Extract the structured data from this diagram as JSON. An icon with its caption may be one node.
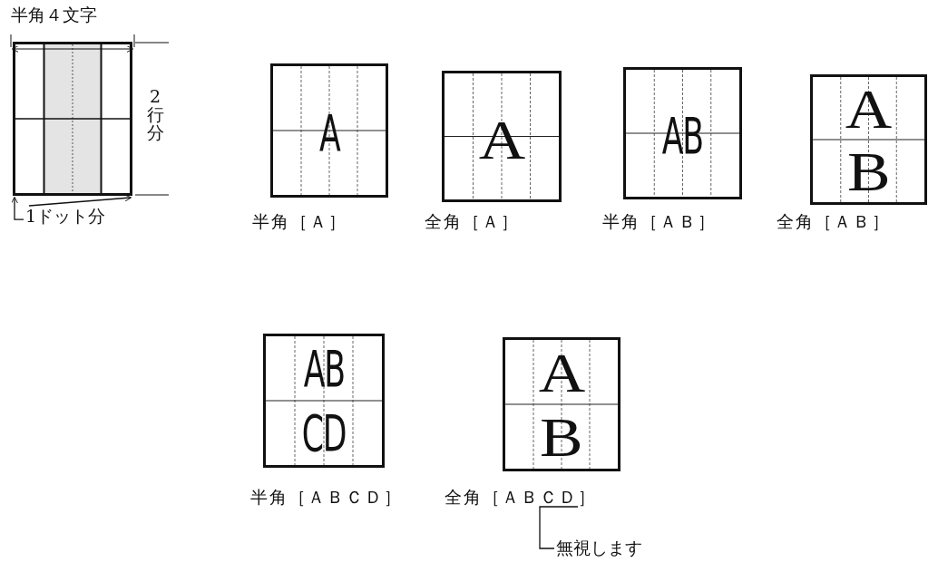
{
  "diagram": {
    "nodes": [
      {
        "text": [],
        "shape": "box"
      },
      {
        "text": [
          "1ドット分"
        ]
      },
      {
        "text": [
          "A"
        ],
        "beside": [
          "半角［Ａ］"
        ]
      },
      {
        "text": [
          "A"
        ],
        "beside": [
          "全角［Ａ］"
        ]
      },
      {
        "text": [
          "AB"
        ],
        "beside": [
          "半角［ＡＢ］"
        ]
      },
      {
        "text": [
          "A",
          "B"
        ],
        "beside": [
          "全角［ＡＢ］"
        ]
      },
      {
        "text": [
          "AB",
          "CD"
        ],
        "beside": [
          "半角［ＡＢＣＤ］"
        ]
      },
      {
        "text": [
          "A",
          "B"
        ],
        "beside": [
          "全角［ＡＢＣＤ］"
        ]
      },
      {
        "text": [
          "無視します"
        ]
      }
    ],
    "edges": [
      {
        "from": 1,
        "to": 0,
        "arrow": "to"
      },
      {
        "from": 1,
        "to": 0,
        "arrow": "to"
      },
      {
        "from": 8,
        "to": 7,
        "arrow": "none"
      }
    ],
    "labels": [
      "半角４文字",
      "2行分"
    ]
  }
}
